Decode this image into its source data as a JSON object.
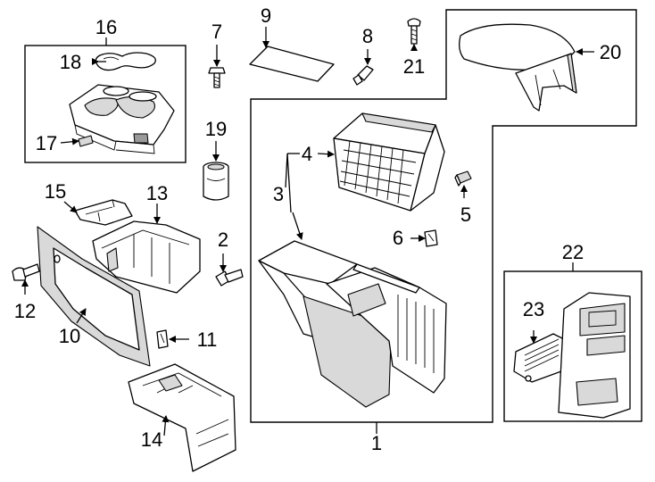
{
  "callouts": {
    "c1": "1",
    "c2": "2",
    "c3": "3",
    "c4": "4",
    "c5": "5",
    "c6": "6",
    "c7": "7",
    "c8": "8",
    "c9": "9",
    "c10": "10",
    "c11": "11",
    "c12": "12",
    "c13": "13",
    "c14": "14",
    "c15": "15",
    "c16": "16",
    "c17": "17",
    "c18": "18",
    "c19": "19",
    "c20": "20",
    "c21": "21",
    "c22": "22",
    "c23": "23"
  },
  "colors": {
    "line": "#000000",
    "shade": "#d9d9d9",
    "background": "#ffffff"
  }
}
